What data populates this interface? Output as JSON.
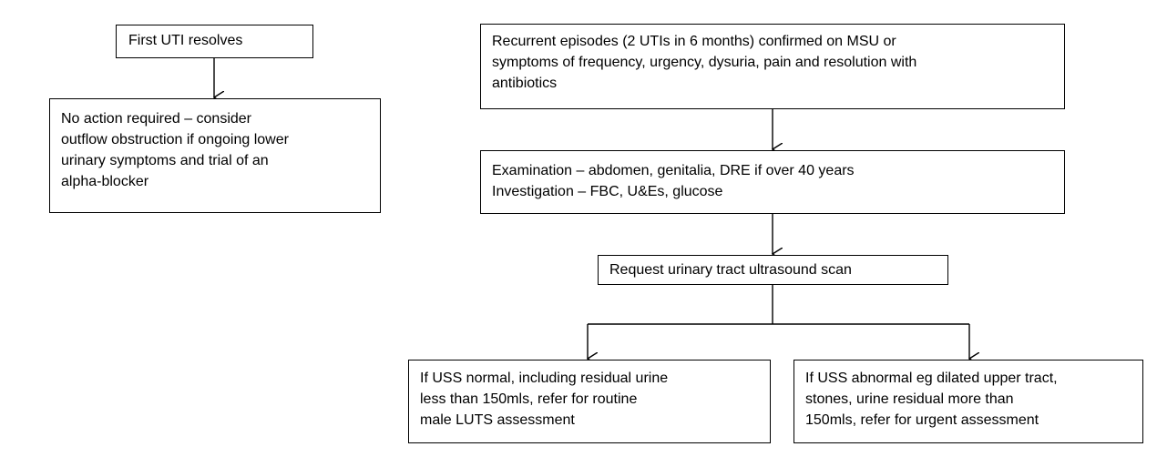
{
  "flow": {
    "first_uti": {
      "lines": [
        "First UTI resolves"
      ]
    },
    "no_action": {
      "lines": [
        "No action required – consider",
        "outflow obstruction if ongoing lower",
        "urinary symptoms and trial of an",
        "alpha-blocker"
      ]
    },
    "recurrent": {
      "lines": [
        "Recurrent episodes (2 UTIs in 6 months) confirmed on MSU  or",
        "symptoms of frequency, urgency, dysuria, pain and resolution with",
        "antibiotics"
      ]
    },
    "examination": {
      "lines": [
        "Examination – abdomen, genitalia, DRE if over 40  years",
        "Investigation – FBC, U&Es,  glucose"
      ]
    },
    "ultrasound": {
      "lines": [
        "Request urinary tract ultrasound scan"
      ]
    },
    "uss_normal": {
      "lines": [
        "If USS normal, including residual urine",
        "less than 150mls,  refer for routine",
        "male LUTS  assessment"
      ]
    },
    "uss_abnormal": {
      "lines": [
        "If USS abnormal eg dilated upper tract,",
        "stones, urine residual more than",
        "150mls,  refer for urgent assessment"
      ]
    }
  }
}
